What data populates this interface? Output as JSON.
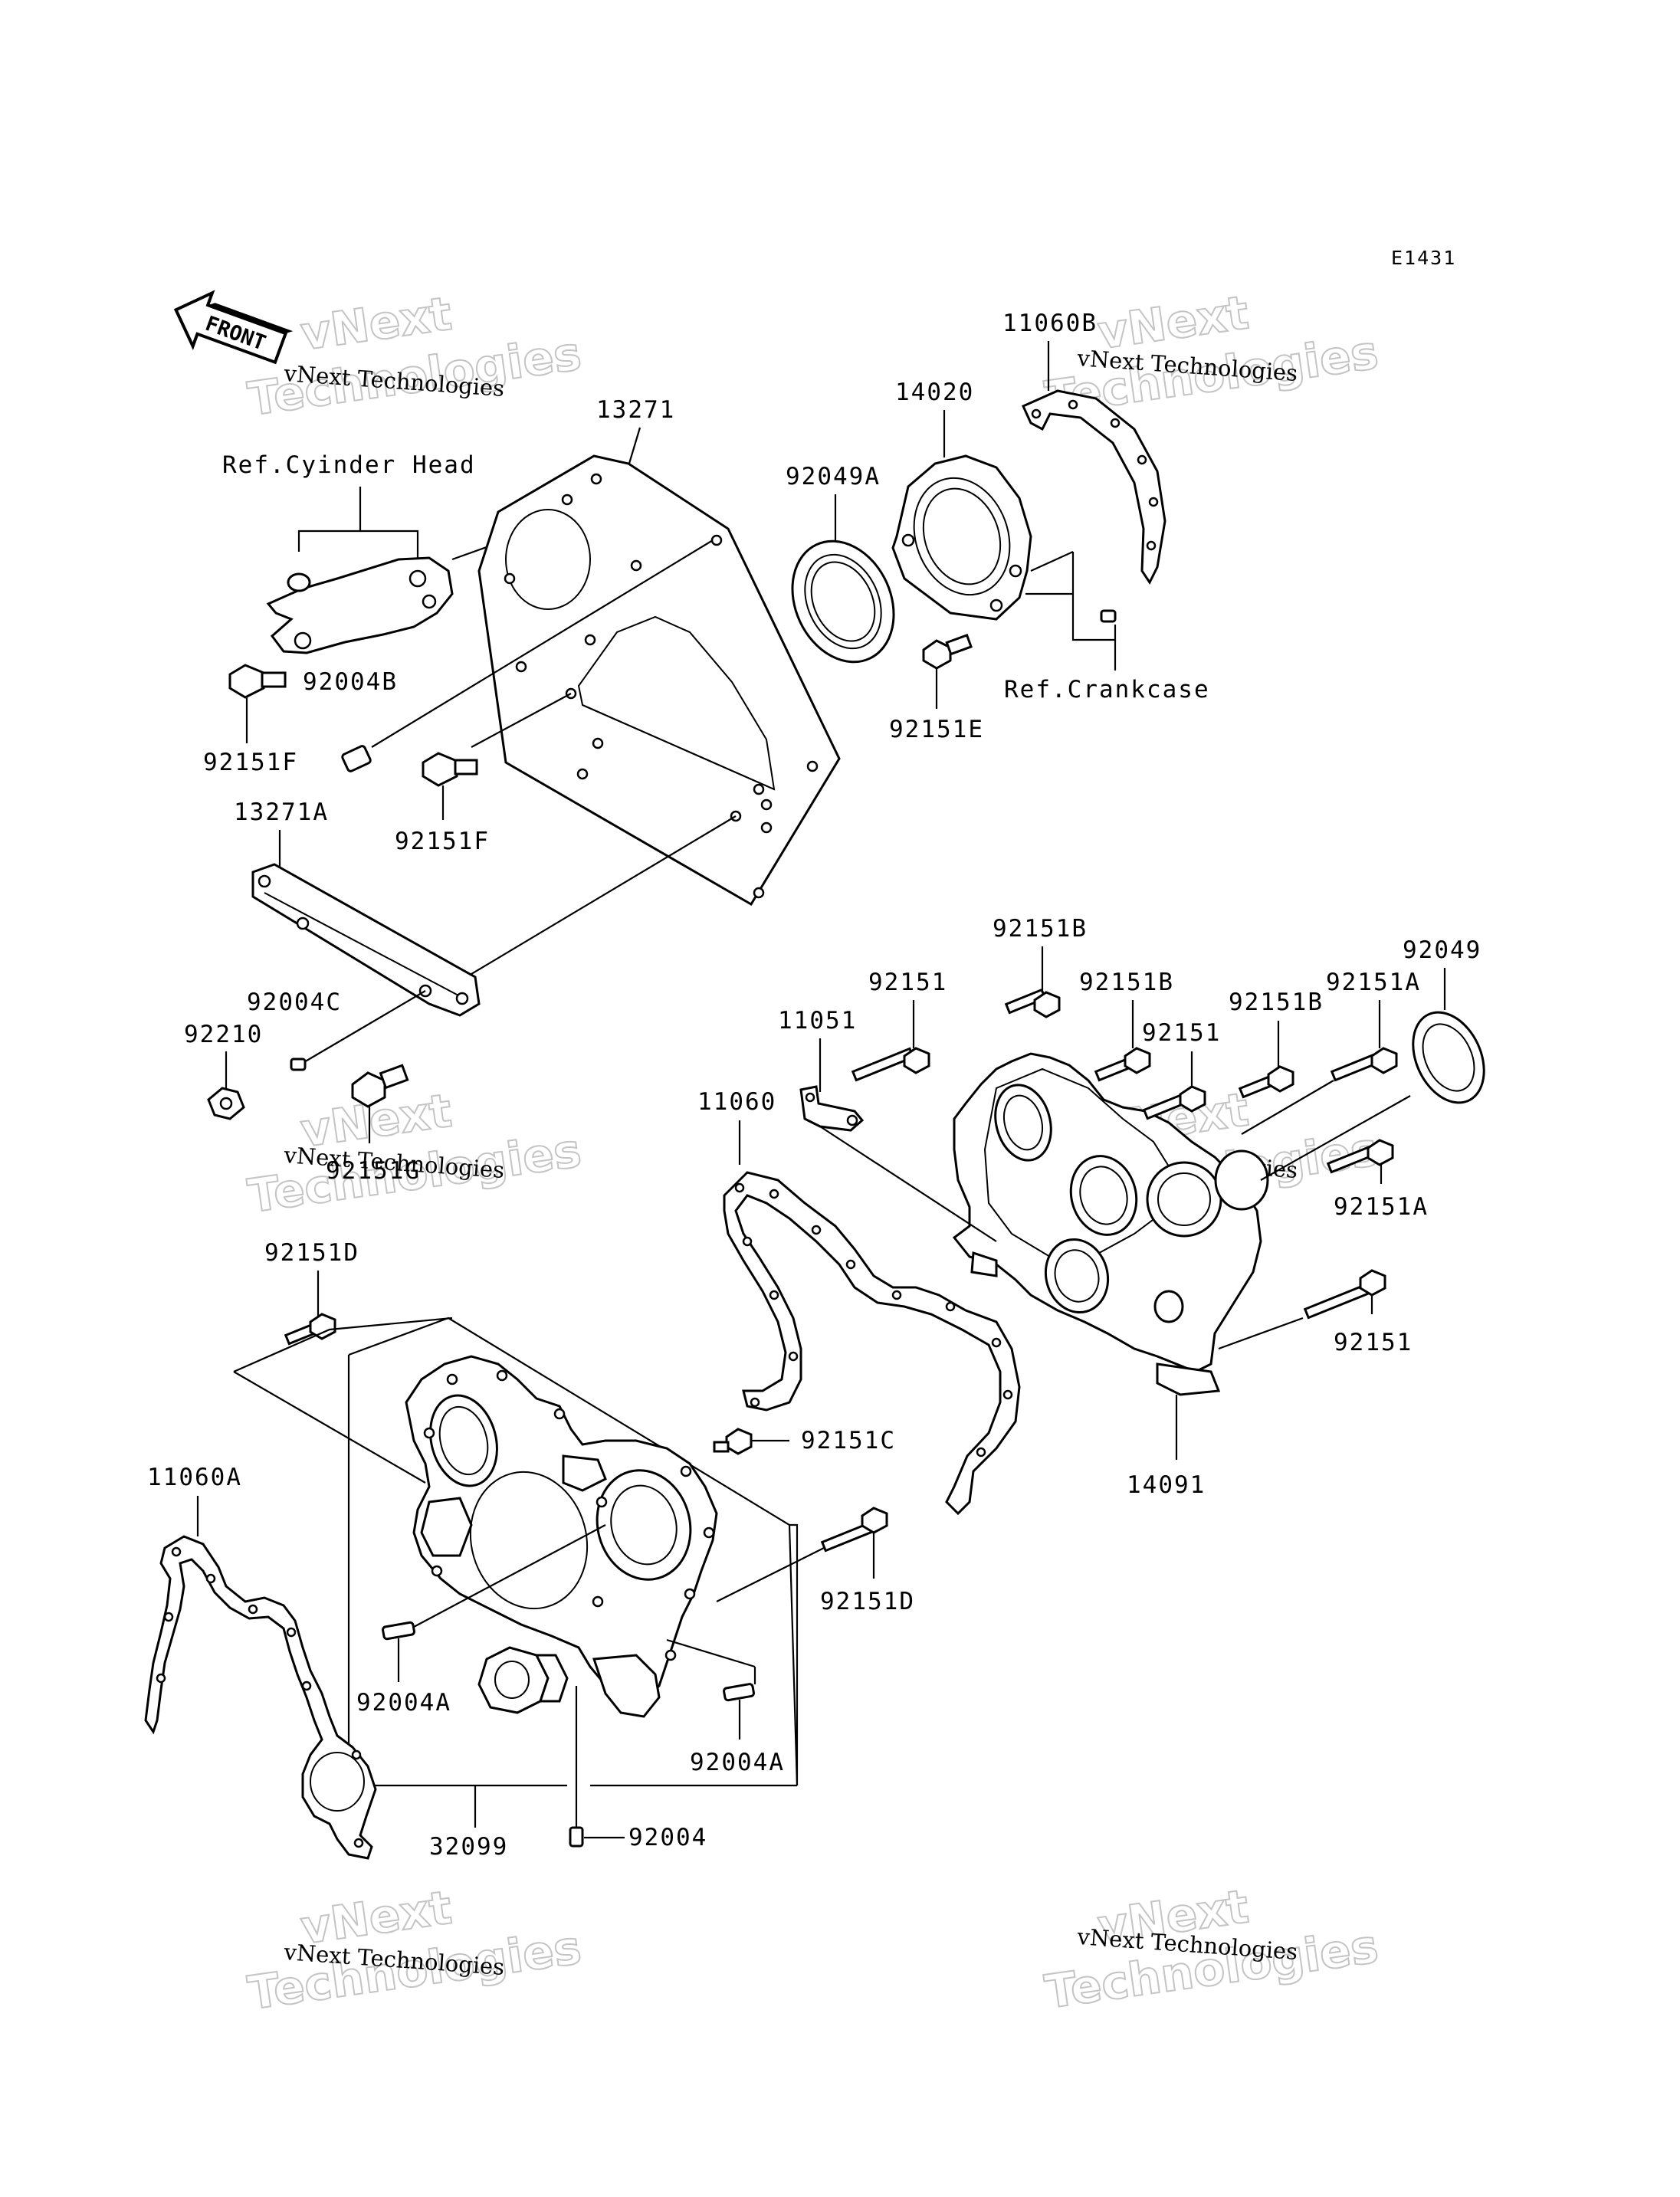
{
  "diagram_code": "E1431",
  "front_arrow_label": "FRONT",
  "watermark": {
    "small": "vNext Technologies",
    "big_line1": "vNext",
    "big_line2": "Technologies"
  },
  "reference_labels": {
    "cylinder_head": "Ref.Cyinder Head",
    "crankcase": "Ref.Crankcase"
  },
  "part_labels": {
    "p11060B": "11060B",
    "p14020": "14020",
    "p13271": "13271",
    "p92049A": "92049A",
    "p92004B": "92004B",
    "p92151F_a": "92151F",
    "p92151F_b": "92151F",
    "p92151E": "92151E",
    "p13271A": "13271A",
    "p92004C": "92004C",
    "p92210": "92210",
    "p92151G": "92151G",
    "p92151B_a": "92151B",
    "p92151_a": "92151",
    "p11051": "11051",
    "p92151B_b": "92151B",
    "p92151_b": "92151",
    "p92151B_c": "92151B",
    "p92151A_a": "92151A",
    "p92049": "92049",
    "p11060": "11060",
    "p92151A_b": "92151A",
    "p92151D_a": "92151D",
    "p92151_c": "92151",
    "p92151C": "92151C",
    "p14091": "14091",
    "p11060A": "11060A",
    "p92151D_b": "92151D",
    "p92004A_a": "92004A",
    "p92004A_b": "92004A",
    "p32099": "32099",
    "p92004": "92004"
  }
}
